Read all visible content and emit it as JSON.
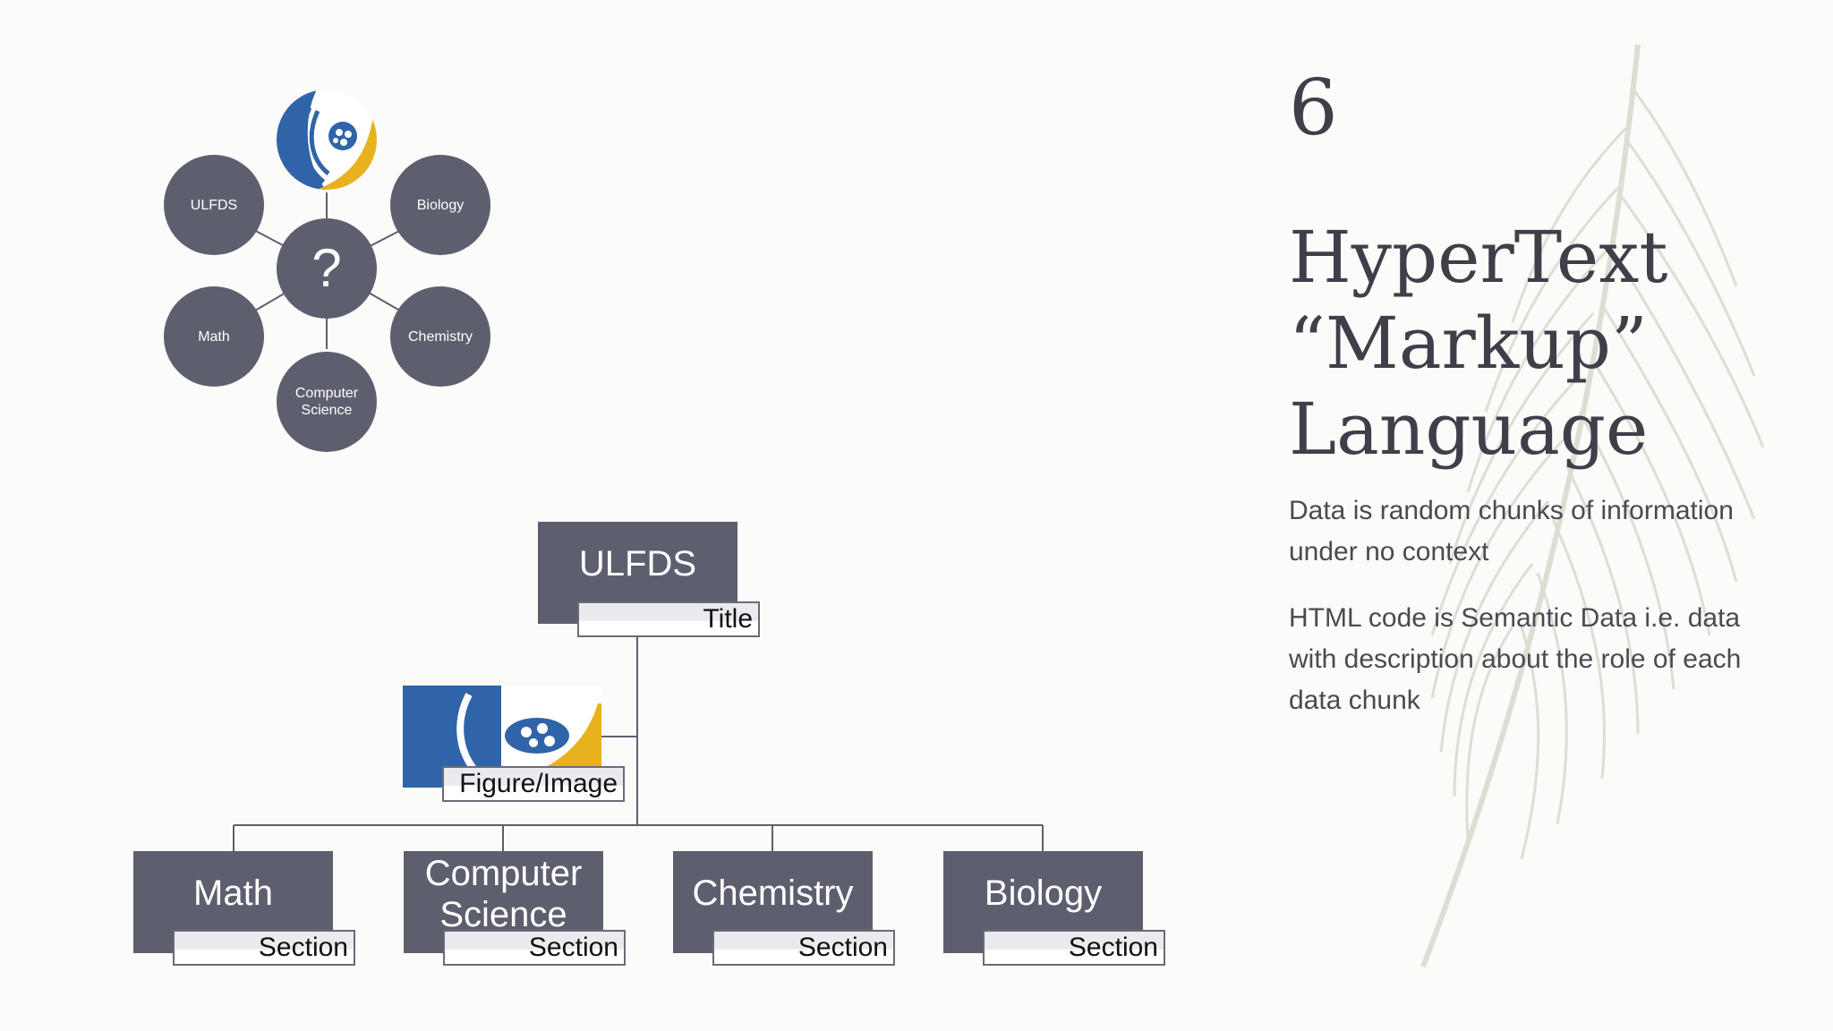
{
  "slide": {
    "number": "6",
    "title_lines": [
      "HyperText",
      "“Markup”",
      "Language"
    ],
    "paragraphs": [
      "Data is random chunks of information under no context",
      "HTML code is Semantic Data i.e. data with description about the role of each data chunk"
    ]
  },
  "hub_diagram": {
    "center": "?",
    "nodes": [
      "ULFDS",
      "Biology",
      "Math",
      "Chemistry",
      "Computer Science"
    ],
    "top_node_icon": "ulfds-logo-icon"
  },
  "org_chart": {
    "root": {
      "label": "ULFDS",
      "tag": "Title"
    },
    "figure": {
      "icon": "ulfds-logo-icon",
      "tag": "Figure/Image"
    },
    "sections": [
      {
        "label": "Math",
        "tag": "Section"
      },
      {
        "label": "Computer Science",
        "tag": "Section"
      },
      {
        "label": "Chemistry",
        "tag": "Section"
      },
      {
        "label": "Biology",
        "tag": "Section"
      }
    ]
  },
  "colors": {
    "node_fill": "#5e5f6e",
    "logo_blue": "#2f64a8",
    "logo_yellow": "#e7b21e",
    "background": "#fbfbf9",
    "feather": "#d9dbcf"
  }
}
